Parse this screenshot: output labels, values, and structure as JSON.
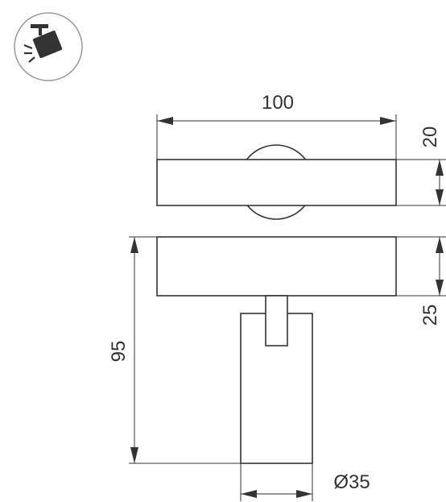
{
  "icon": {
    "name": "track-spotlight-icon"
  },
  "dimensions": {
    "width": "100",
    "base_height": "20",
    "head_offset": "25",
    "total_height": "95",
    "diameter": "Ø35"
  }
}
